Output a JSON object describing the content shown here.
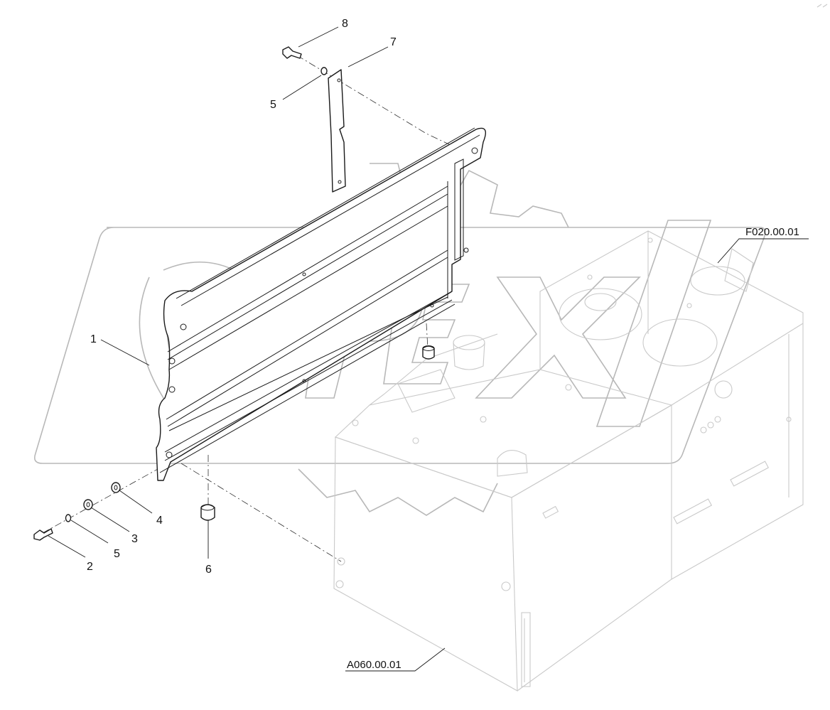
{
  "callouts": [
    {
      "id": "c8",
      "text": "8"
    },
    {
      "id": "c7",
      "text": "7"
    },
    {
      "id": "c5a",
      "text": "5"
    },
    {
      "id": "c1",
      "text": "1"
    },
    {
      "id": "c4",
      "text": "4"
    },
    {
      "id": "c3",
      "text": "3"
    },
    {
      "id": "c5b",
      "text": "5"
    },
    {
      "id": "c2",
      "text": "2"
    },
    {
      "id": "c6",
      "text": "6"
    }
  ],
  "references": {
    "top_ref": "F020.00.01",
    "bottom_ref": "A060.00.01"
  },
  "watermark": "OPEX",
  "colors": {
    "line": "#1a1a1a",
    "ghost": "#c9c9c9",
    "watermark": "#b8b8b8",
    "background": "#ffffff"
  }
}
